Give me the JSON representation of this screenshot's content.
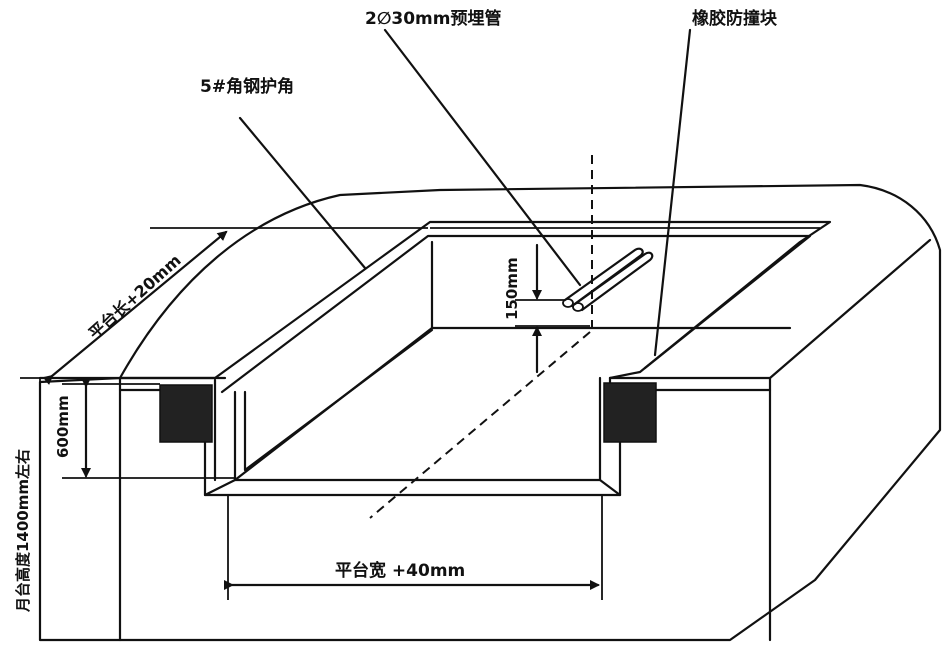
{
  "labels": {
    "pipe": "2∅30mm预埋管",
    "rubber_block": "橡胶防撞块",
    "angle_steel": "5#角钢护角",
    "platform_length": "平台长+20mm",
    "depth_150": "150mm",
    "depth_600": "600mm",
    "platform_height": "月台高度1400mm左右",
    "platform_width": "平台宽 +40mm"
  },
  "colors": {
    "line": "#111111",
    "block": "#222222",
    "background": "#ffffff"
  }
}
